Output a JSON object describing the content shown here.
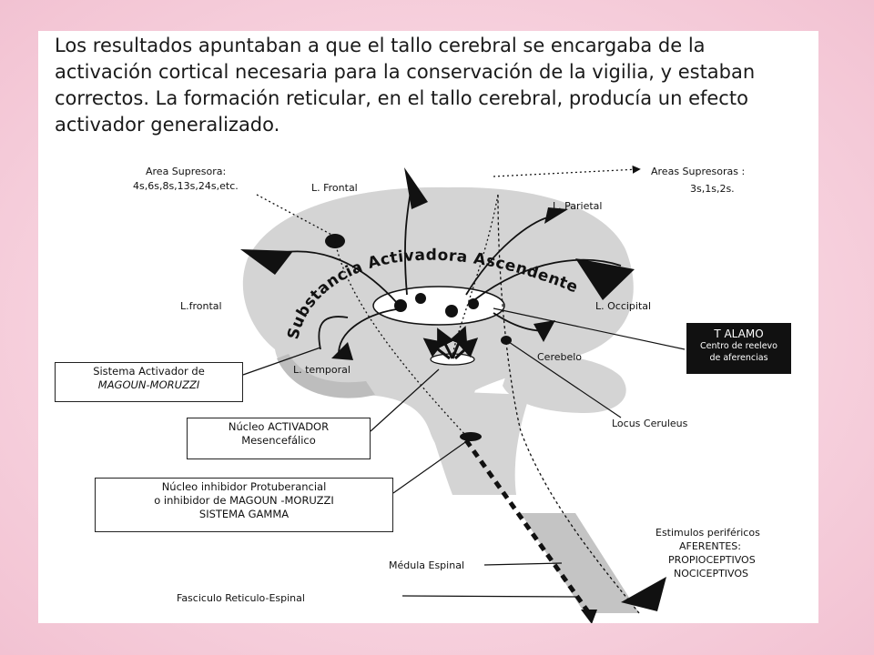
{
  "paragraph": {
    "lines": [
      "Los resultados apuntaban a que el tallo cerebral se encargaba de la",
      "activación cortical necesaria para la conservación de la vigilia, y estaban",
      "correctos. La formación reticular, en el tallo cerebral, producía un efecto",
      "activador generalizado."
    ]
  },
  "diagram": {
    "area_supresora_left": [
      "Area Supresora:",
      "4s,6s,8s,13s,24s,etc."
    ],
    "areas_supresoras_right": [
      "Areas Supresoras :",
      "3s,1s,2s."
    ],
    "l_frontal_top": "L. Frontal",
    "l_parietal": "L. Parietal",
    "l_frontal_left": "L.frontal",
    "l_occipital": "L. Occipital",
    "l_temporal": "L. temporal",
    "cerebelo": "Cerebelo",
    "arc_text": "Substancia Activadora Ascendente",
    "talamo": [
      "T ALAMO",
      "Centro de reelevo",
      "de aferencias"
    ],
    "sistema_activador": [
      "Sistema Activador de",
      "MAGOUN-MORUZZI"
    ],
    "nucleo_activador": [
      "Núcleo ACTIVADOR",
      "Mesencefálico"
    ],
    "nucleo_inhibidor": [
      "Núcleo inhibidor Protuberancial",
      "o inhibidor de MAGOUN -MORUZZI",
      "SISTEMA GAMMA"
    ],
    "locus": "Locus Ceruleus",
    "medula": "Médula Espinal",
    "fasciculo": "Fasciculo Reticulo-Espinal",
    "estimulos": [
      "Estimulos periféricos",
      "AFERENTES:",
      "PROPIOCEPTIVOS",
      "NOCICEPTIVOS"
    ]
  }
}
